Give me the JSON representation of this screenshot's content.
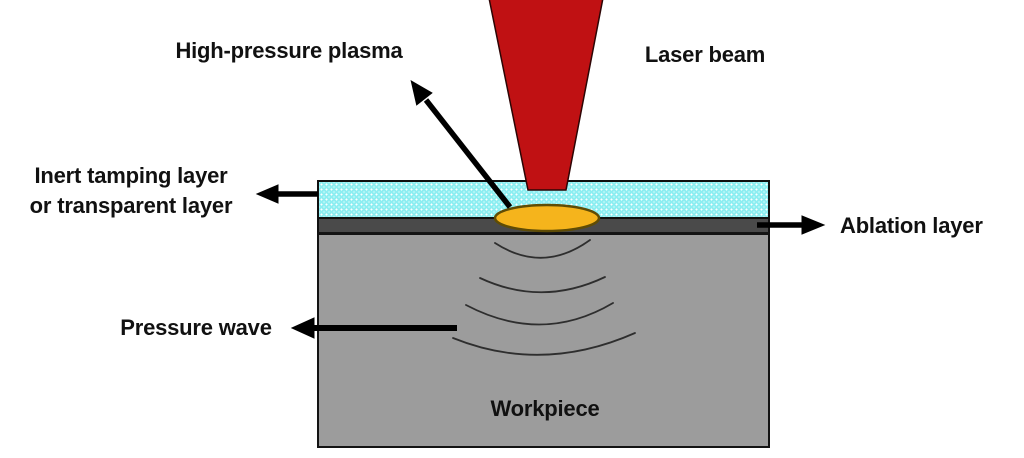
{
  "labels": {
    "plasma": "High-pressure plasma",
    "laser_beam": "Laser beam",
    "tamping_line1": "Inert tamping layer",
    "tamping_line2": "or transparent layer",
    "ablation": "Ablation layer",
    "pressure_wave": "Pressure wave",
    "workpiece": "Workpiece"
  },
  "colors": {
    "background": "#ffffff",
    "laser_beam_fill": "#c01113",
    "laser_beam_stroke": "#2d0505",
    "plasma_fill": "#f5b41c",
    "plasma_stroke": "#5f4c05",
    "tamping_layer": "#8deef1",
    "ablation_layer": "#4a4a4a",
    "workpiece": "#9c9c9c",
    "wave_stroke": "#2e2e2e",
    "arrow": "#000000",
    "text": "#111111"
  }
}
